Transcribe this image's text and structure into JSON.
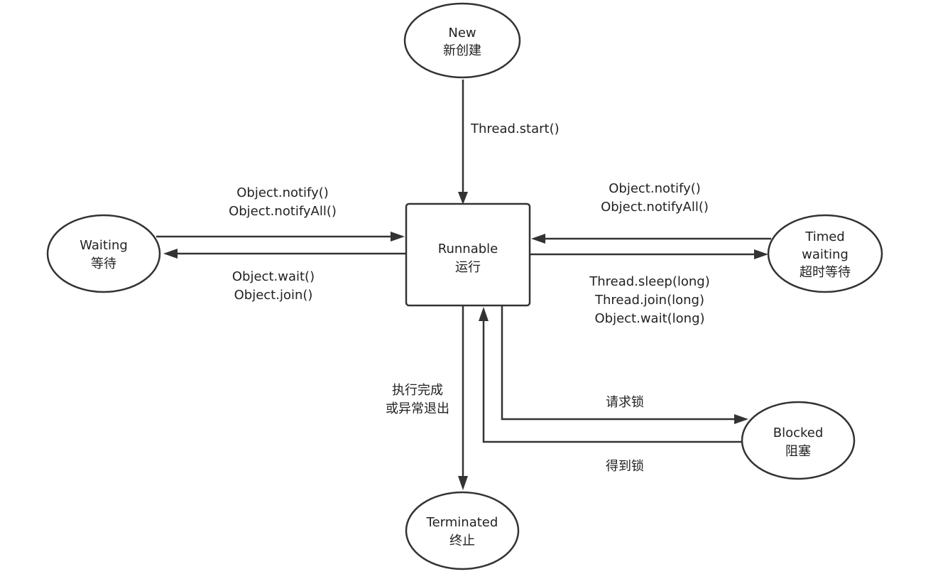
{
  "diagram": {
    "nodes": {
      "new": {
        "line1": "New",
        "line2": "新创建"
      },
      "runnable": {
        "line1": "Runnable",
        "line2": "运行"
      },
      "waiting": {
        "line1": "Waiting",
        "line2": "等待"
      },
      "timed_waiting": {
        "line1": "Timed",
        "line2": "waiting",
        "line3": "超时等待"
      },
      "blocked": {
        "line1": "Blocked",
        "line2": "阻塞"
      },
      "terminated": {
        "line1": "Terminated",
        "line2": "终止"
      }
    },
    "edges": {
      "start": {
        "line1": "Thread.start()"
      },
      "waiting_to_runnable": {
        "line1": "Object.notify()",
        "line2": "Object.notifyAll()"
      },
      "runnable_to_waiting": {
        "line1": "Object.wait()",
        "line2": "Object.join()"
      },
      "timed_to_runnable": {
        "line1": "Object.notify()",
        "line2": "Object.notifyAll()"
      },
      "runnable_to_timed": {
        "line1": "Thread.sleep(long)",
        "line2": "Thread.join(long)",
        "line3": "Object.wait(long)"
      },
      "runnable_to_terminated": {
        "line1": "执行完成",
        "line2": "或异常退出"
      },
      "runnable_to_blocked": {
        "line1": "请求锁"
      },
      "blocked_to_runnable": {
        "line1": "得到锁"
      }
    },
    "colors": {
      "stroke": "#333333",
      "text": "#222222",
      "background": "#ffffff"
    }
  }
}
